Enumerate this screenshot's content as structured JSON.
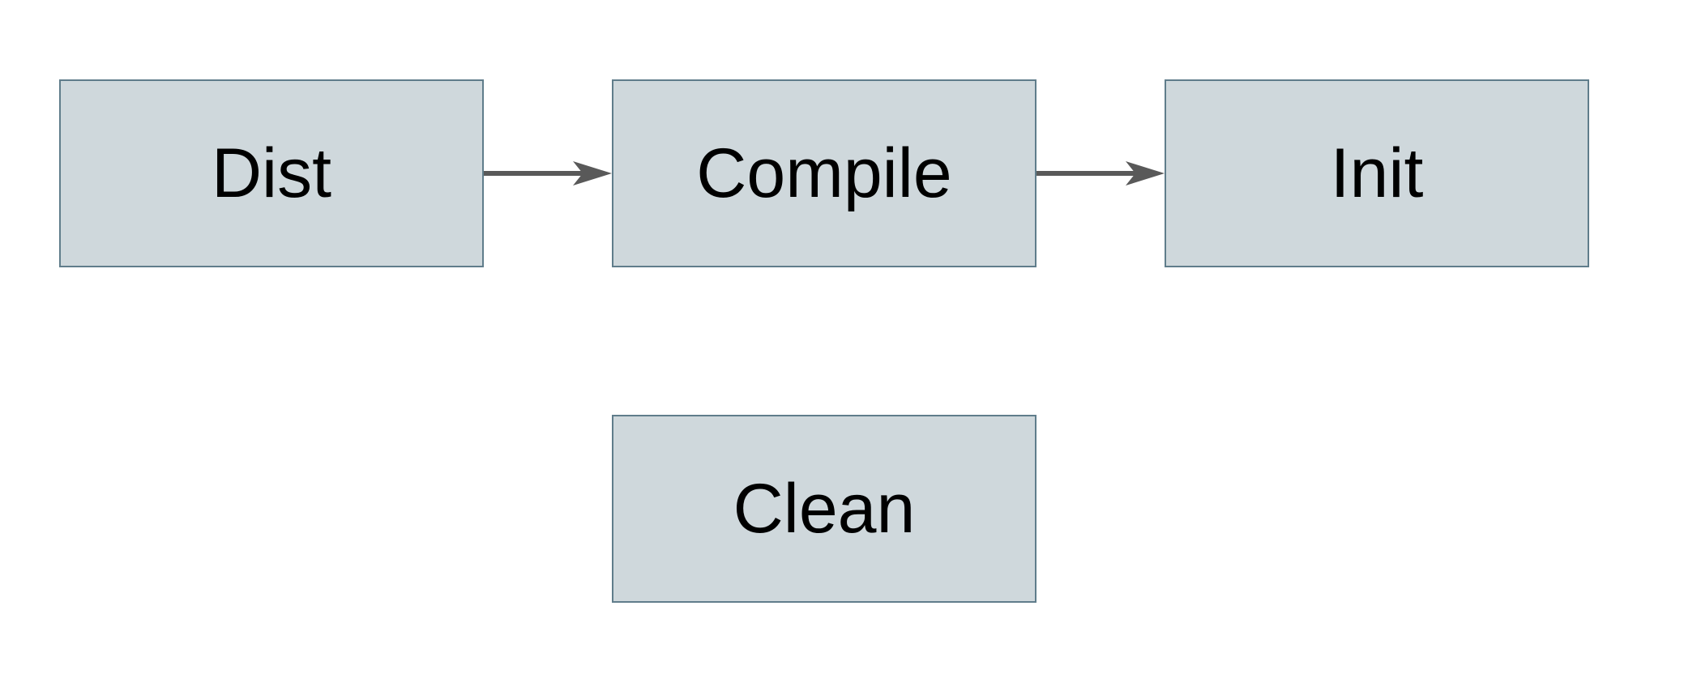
{
  "diagram": {
    "title": "",
    "nodes": [
      {
        "id": "dist",
        "label": "Dist"
      },
      {
        "id": "compile",
        "label": "Compile"
      },
      {
        "id": "init",
        "label": "Init"
      },
      {
        "id": "clean",
        "label": "Clean"
      }
    ],
    "edges": [
      {
        "from": "dist",
        "to": "compile",
        "style": "solid",
        "arrowhead": "barbed"
      },
      {
        "from": "compile",
        "to": "init",
        "style": "solid",
        "arrowhead": "barbed"
      }
    ],
    "colors": {
      "background": "#ffffff",
      "node_fill": "#cfd8dc",
      "node_border": "#607d8b",
      "node_text": "#000000",
      "arrow": "#595959"
    }
  }
}
